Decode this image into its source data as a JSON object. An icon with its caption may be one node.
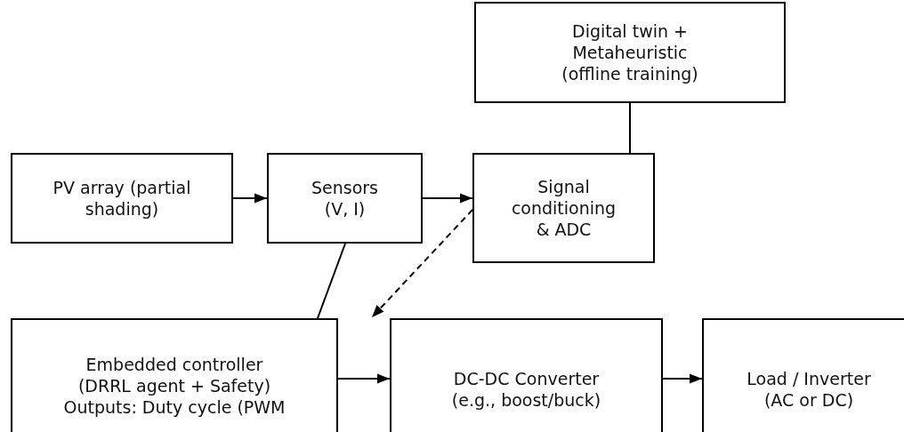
{
  "diagram": {
    "nodes": [
      {
        "text": [
          "Digital twin + Metaheuristic (offline training)"
        ]
      },
      {
        "text": [
          "PV array (partial shading)"
        ]
      },
      {
        "text": [
          "Sensors (V, I)"
        ]
      },
      {
        "text": [
          "Signal conditioning & ADC"
        ]
      },
      {
        "text": [
          "Embedded controller (DRRL agent + Safety) Outputs: Duty cycle (PWM"
        ]
      },
      {
        "text": [
          "DC-DC Converter (e.g., boost/buck)"
        ]
      },
      {
        "text": [
          "Load / Inverter (AC or DC)"
        ]
      }
    ],
    "edges": [
      {
        "from": 1,
        "to": 2,
        "arrow": "to"
      },
      {
        "from": 2,
        "to": 3,
        "arrow": "to"
      },
      {
        "from": 0,
        "to": 3,
        "arrow": "none"
      },
      {
        "from": 2,
        "to": 4,
        "arrow": "none"
      },
      {
        "from": 3,
        "to": 5,
        "arrow": "to",
        "style": "dashed"
      },
      {
        "from": 4,
        "to": 5,
        "arrow": "to"
      },
      {
        "from": 5,
        "to": 6,
        "arrow": "to"
      }
    ]
  }
}
